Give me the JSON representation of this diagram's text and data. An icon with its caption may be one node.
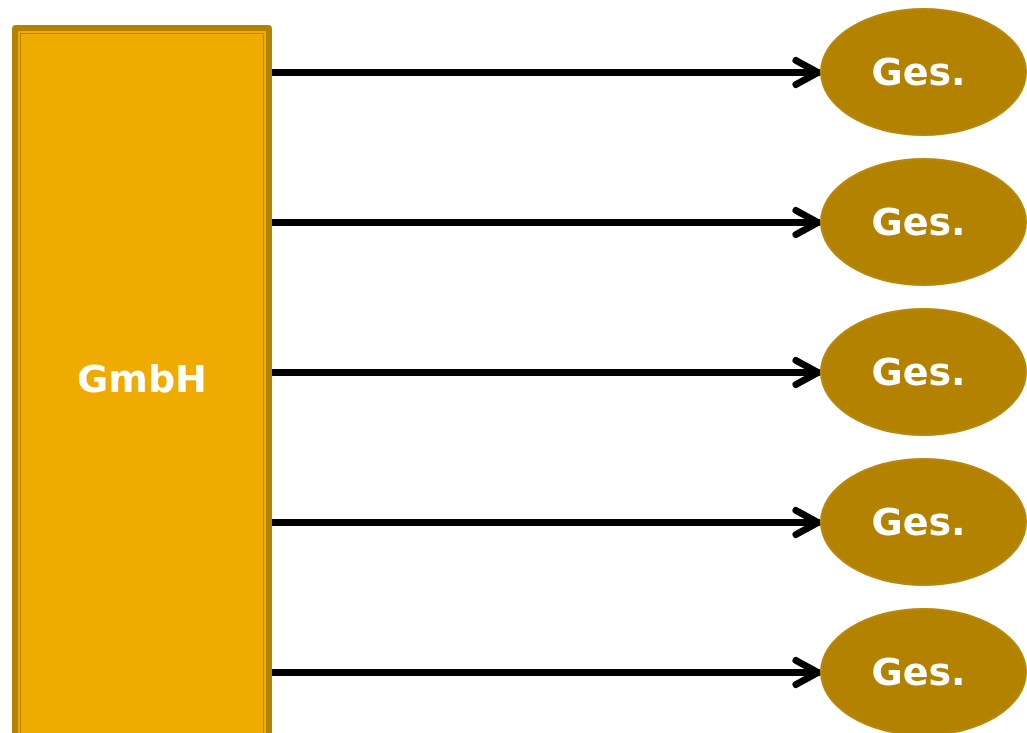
{
  "diagram": {
    "nodes": [
      {
        "text": [
          "GmbH"
        ]
      },
      {
        "text": [
          "Ges."
        ]
      },
      {
        "text": [
          "Ges."
        ]
      },
      {
        "text": [
          "Ges."
        ]
      },
      {
        "text": [
          "Ges."
        ]
      },
      {
        "text": [
          "Ges."
        ]
      }
    ],
    "edges": [
      {
        "from": 0,
        "to": 1,
        "arrow": "to"
      },
      {
        "from": 0,
        "to": 2,
        "arrow": "to"
      },
      {
        "from": 0,
        "to": 3,
        "arrow": "to"
      },
      {
        "from": 0,
        "to": 4,
        "arrow": "to"
      },
      {
        "from": 0,
        "to": 5,
        "arrow": "to"
      }
    ]
  }
}
